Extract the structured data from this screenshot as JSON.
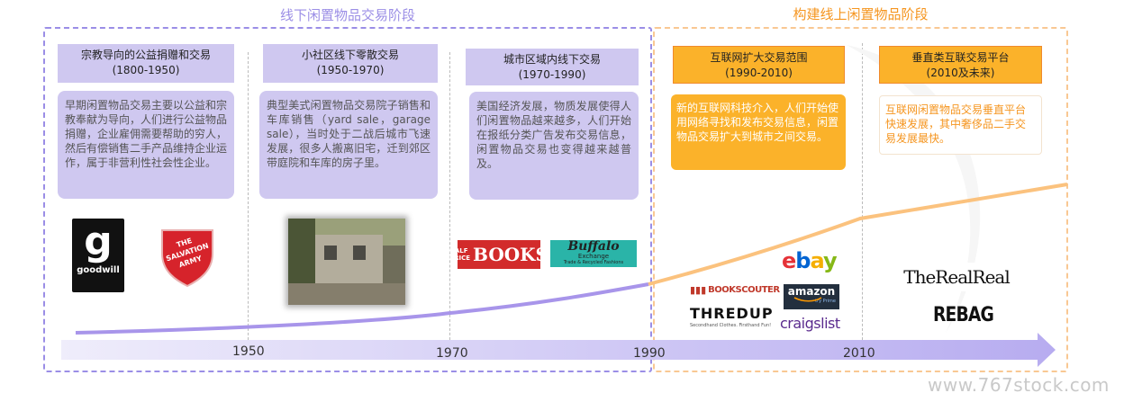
{
  "phases": {
    "offline_title": "线下闲置物品交易阶段",
    "online_title": "构建线上闲置物品阶段"
  },
  "stages": [
    {
      "title": "宗教导向的公益捐赠和交易",
      "period": "(1800-1950)",
      "desc": "早期闲置物品交易主要以公益和宗教奉献为导向，人们进行公益物品捐赠，企业雇佣需要帮助的穷人，然后有偿销售二手产品维持企业运作，属于非营利性社会性企业。"
    },
    {
      "title": "小社区线下零散交易",
      "period": "(1950-1970)",
      "desc": "典型美式闲置物品交易院子销售和车库销售（yard sale，garage sale），当时处于二战后城市飞速发展，很多人搬离旧宅，迁到郊区带庭院和车库的房子里。"
    },
    {
      "title": "城市区域内线下交易",
      "period": "(1970-1990)",
      "desc": "美国经济发展，物质发展使得人们闲置物品越来越多，人们开始在报纸分类广告发布交易信息，闲置物品交易也变得越来越普及。"
    },
    {
      "title": "互联网扩大交易范围",
      "period": "(1990-2010)",
      "desc": "新的互联网科技介入，人们开始使用网络寻找和发布交易信息，闲置物品交易扩大到城市之间交易。"
    },
    {
      "title": "垂直类互联交易平台",
      "period": "(2010及未来)",
      "desc": "互联网闲置物品交易垂直平台快速发展，其中奢侈品二手交易发展最快。"
    }
  ],
  "timeline": {
    "years": [
      "1950",
      "1970",
      "1990",
      "2010"
    ]
  },
  "logos": {
    "goodwill": "goodwill",
    "goodwill_mark": "g",
    "salvation": "THE SALVATION ARMY",
    "halfprice_small_1": "HALF",
    "halfprice_small_2": "PRICE",
    "halfprice_big": "BOOKS",
    "buffalo": "Buffalo",
    "buffalo_sub": "Exchange",
    "buffalo_tag": "Trade & Recycled Fashions",
    "bookscouter": "BOOKSCOUTER",
    "thredup": "THREDUP",
    "thredup_tag": "Secondhand Clothes. Firsthand Fun!",
    "ebay": [
      "e",
      "b",
      "a",
      "y"
    ],
    "amazon": "amazon",
    "amazon_tag": "try Prime",
    "craigslist": "craigslist",
    "therealreal": "TheRealReal",
    "rebag": "REBAG"
  },
  "watermark": "www.767stock.com",
  "colors": {
    "offline": "#9b8ee6",
    "online": "#f9c893",
    "offline_box": "#cfc8f0",
    "online_box": "#fbb22a",
    "curve_offline": "#a895ea",
    "curve_online": "#fbc27e"
  }
}
